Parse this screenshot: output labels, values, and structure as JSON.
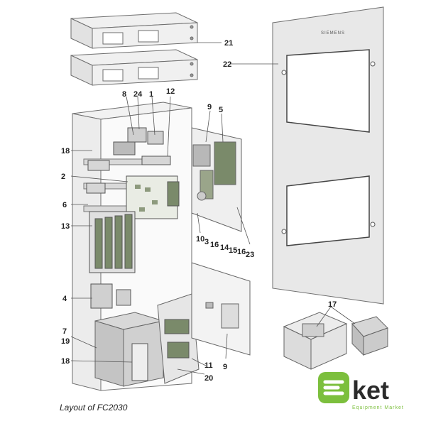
{
  "caption": "Layout of FC2030",
  "panel_brand": "SIEMENS",
  "callouts": [
    "1",
    "2",
    "3",
    "4",
    "5",
    "6",
    "7",
    "8",
    "9",
    "9",
    "10",
    "11",
    "12",
    "13",
    "14",
    "15",
    "16",
    "16",
    "17",
    "18",
    "18",
    "19",
    "20",
    "21",
    "22",
    "23",
    "24"
  ],
  "logo": {
    "text": "ket",
    "tagline": "Equipment Market"
  },
  "colors": {
    "line": "#6e6e6e",
    "panel_fill": "#e8e8e8",
    "board_green": "#7a8a6a",
    "logo_green": "#7cbf3d"
  }
}
